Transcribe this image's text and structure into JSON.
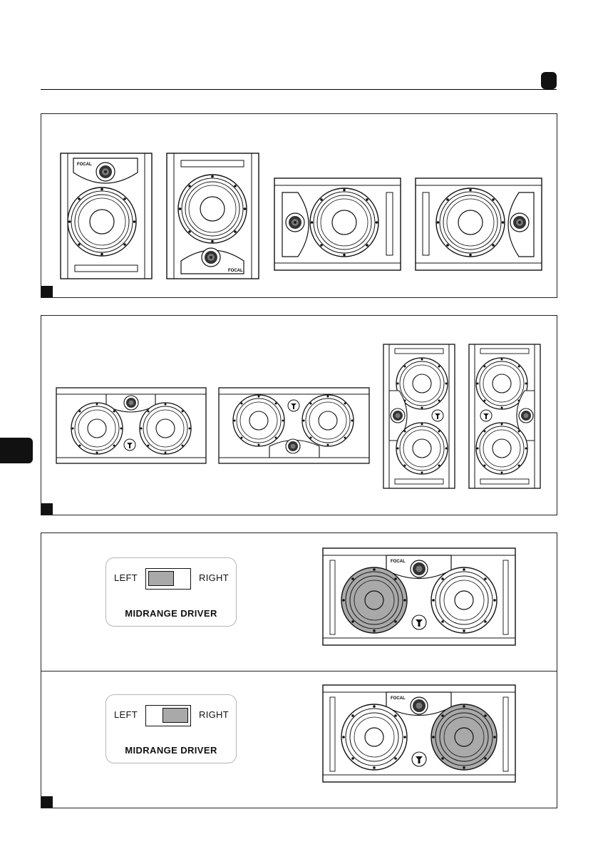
{
  "page": {
    "header_rule": true
  },
  "figures": {
    "fig1": {
      "speakers": [
        "vertical-tweeter-top",
        "vertical-tweeter-bottom",
        "horizontal-tweeter-left",
        "horizontal-tweeter-right"
      ]
    },
    "fig2": {
      "speakers": [
        "center-tweeter-top",
        "center-tweeter-bottom",
        "vertical-tweeter-left",
        "vertical-tweeter-right"
      ]
    },
    "fig3": {
      "settings": [
        {
          "left": "LEFT",
          "right": "RIGHT",
          "caption": "MIDRANGE DRIVER",
          "position": "left",
          "highlighted_driver": "left"
        },
        {
          "left": "LEFT",
          "right": "RIGHT",
          "caption": "MIDRANGE DRIVER",
          "position": "right",
          "highlighted_driver": "right"
        }
      ]
    }
  },
  "colors": {
    "highlight": "#a9a9a9",
    "ink": "#111111"
  },
  "icons": [
    "focal-logo-icon",
    "tweeter-grille-icon",
    "woofer-icon"
  ]
}
